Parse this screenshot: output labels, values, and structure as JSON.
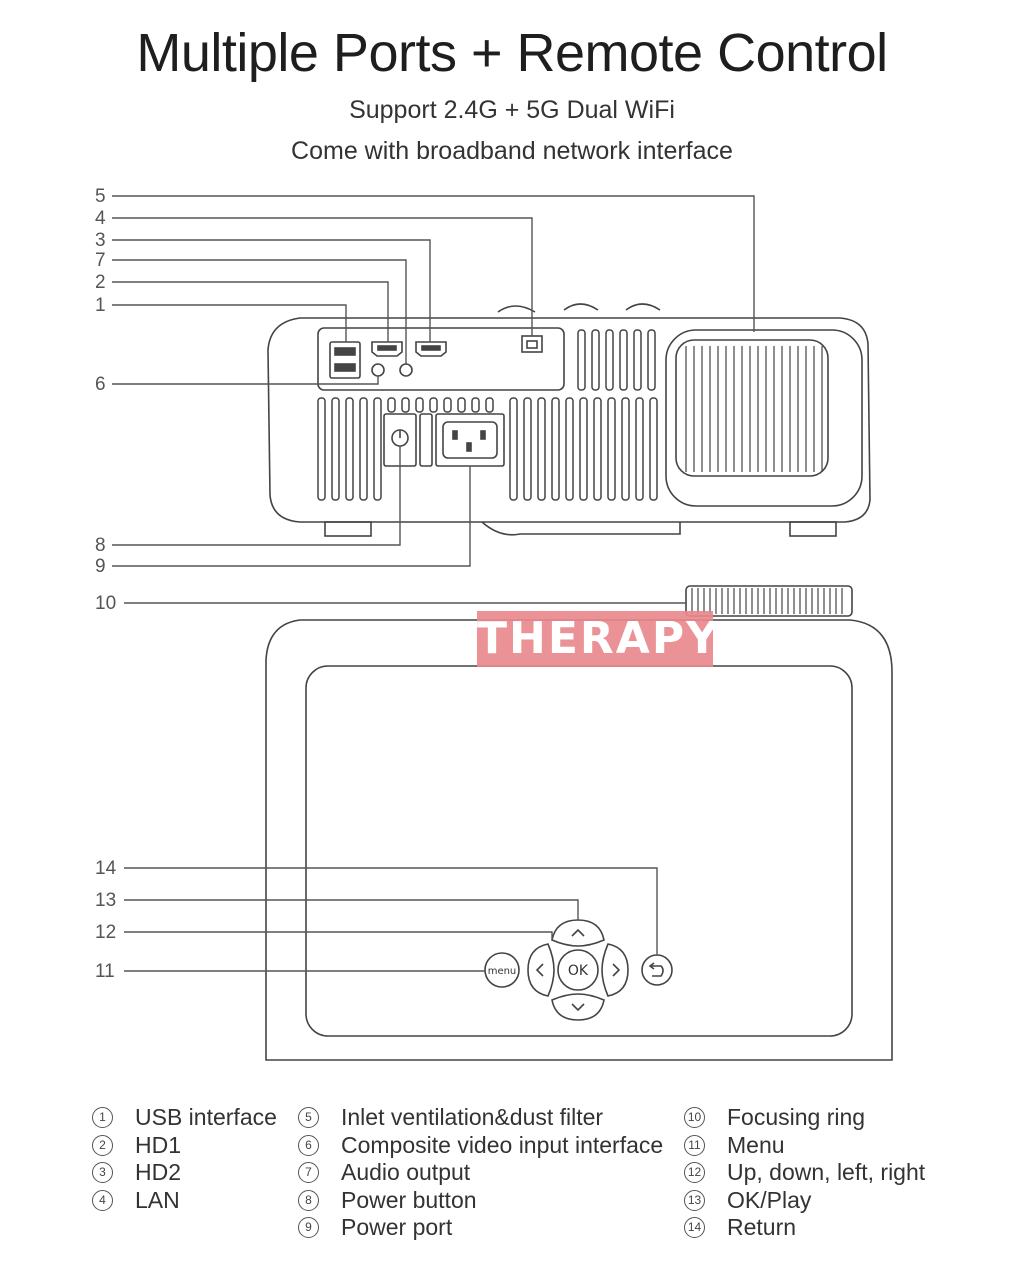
{
  "title": "Multiple Ports + Remote Control",
  "subtitle_1": "Support 2.4G + 5G Dual WiFi",
  "subtitle_2": "Come with broadband network interface",
  "callouts": {
    "c5": "5",
    "c4": "4",
    "c3": "3",
    "c7": "7",
    "c2": "2",
    "c1": "1",
    "c6": "6",
    "c8": "8",
    "c9": "9",
    "c10": "10",
    "c14": "14",
    "c13": "13",
    "c12": "12",
    "c11": "11"
  },
  "watermark": "THERAPY",
  "keypad": {
    "ok": "OK",
    "menu": "menu"
  },
  "legend": [
    {
      "num": "1",
      "label": "USB interface"
    },
    {
      "num": "2",
      "label": "HD1"
    },
    {
      "num": "3",
      "label": "HD2"
    },
    {
      "num": "4",
      "label": "LAN"
    },
    {
      "num": "5",
      "label": "Inlet ventilation&dust filter"
    },
    {
      "num": "6",
      "label": "Composite video input interface"
    },
    {
      "num": "7",
      "label": "Audio output"
    },
    {
      "num": "8",
      "label": "Power button"
    },
    {
      "num": "9",
      "label": "Power port"
    },
    {
      "num": "10",
      "label": "Focusing ring"
    },
    {
      "num": "11",
      "label": "Menu"
    },
    {
      "num": "12",
      "label": "Up, down, left, right"
    },
    {
      "num": "13",
      "label": "OK/Play"
    },
    {
      "num": "14",
      "label": "Return"
    }
  ]
}
